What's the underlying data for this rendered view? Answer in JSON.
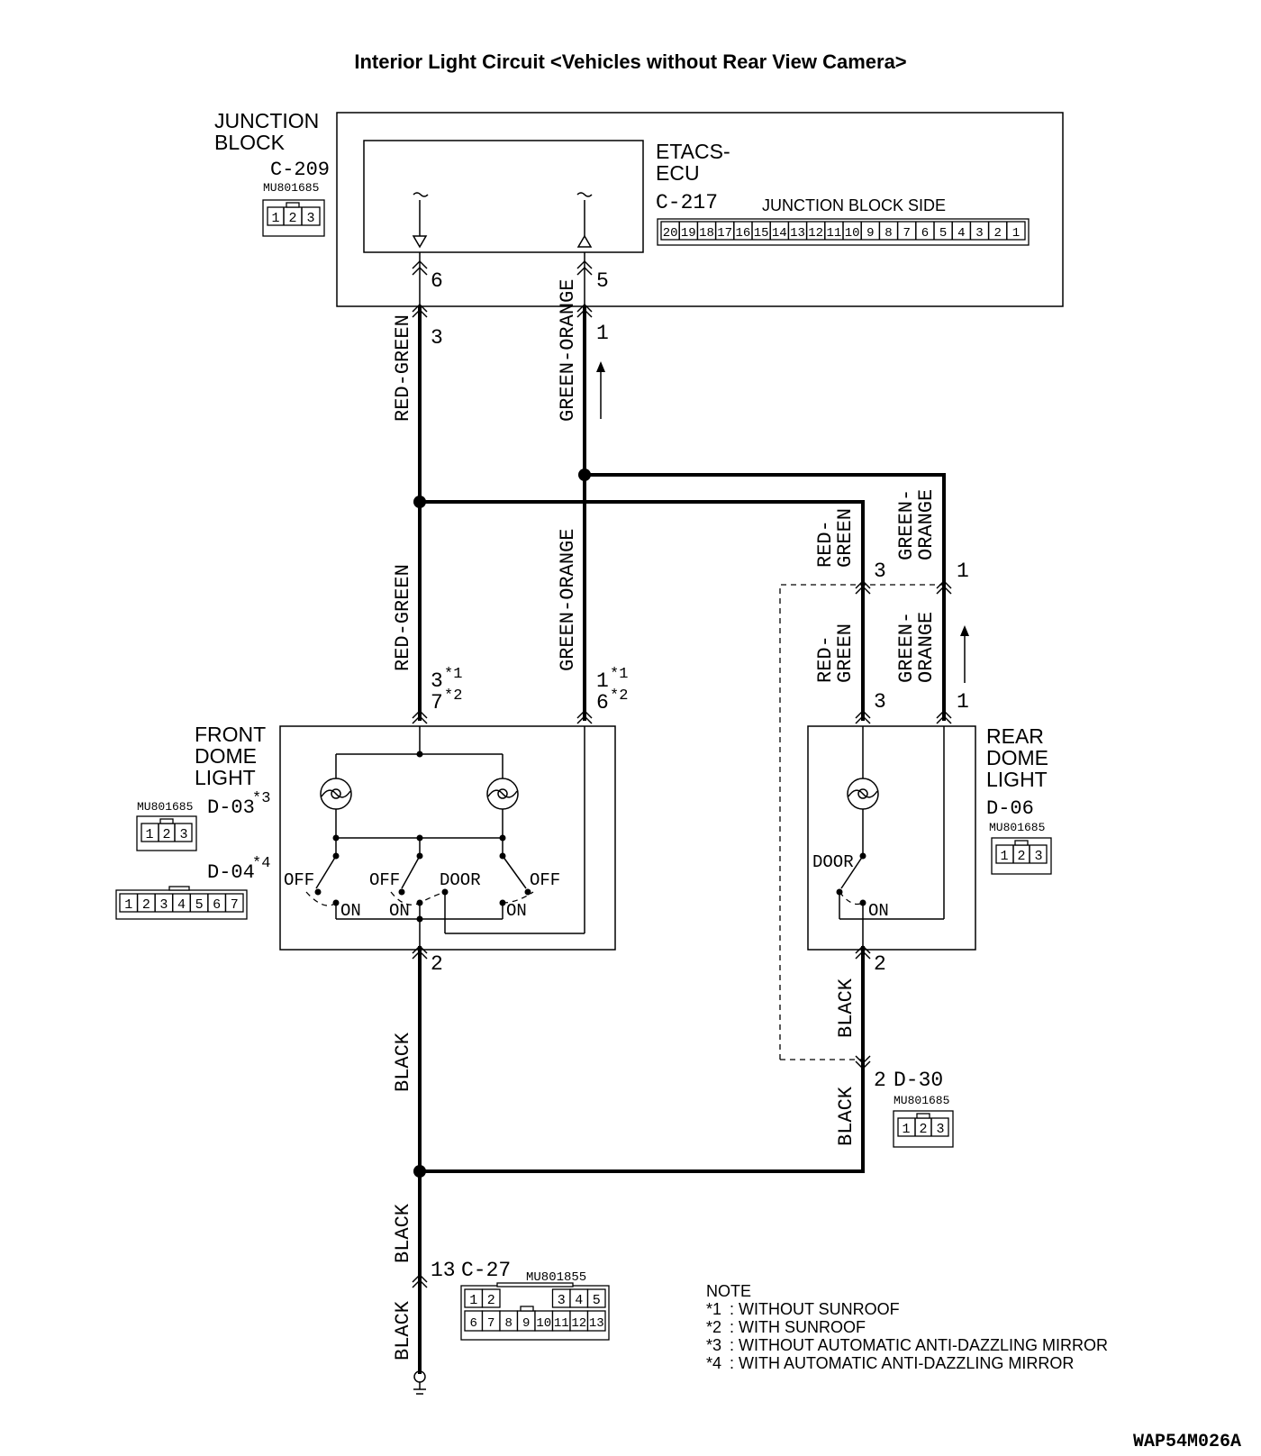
{
  "title": "Interior Light Circuit <Vehicles without Rear View Camera>",
  "figure_id": "WAP54M026A",
  "junction_block": {
    "label_line1": "JUNCTION",
    "label_line2": "BLOCK",
    "connector": "C-209",
    "part_no": "MU801685",
    "pins": [
      "1",
      "2",
      "3"
    ],
    "ecu_line1": "ETACS-",
    "ecu_line2": "ECU",
    "ecu_connector": "C-217",
    "side_label": "JUNCTION BLOCK SIDE",
    "ecu_pins": [
      "20",
      "19",
      "18",
      "17",
      "16",
      "15",
      "14",
      "13",
      "12",
      "11",
      "10",
      "9",
      "8",
      "7",
      "6",
      "5",
      "4",
      "3",
      "2",
      "1"
    ],
    "pin_left": "6",
    "pin_right": "5"
  },
  "wires": {
    "red_green": "RED-GREEN",
    "green_orange": "GREEN-ORANGE",
    "red_short": "RED-",
    "green_short": "GREEN",
    "green_short2": "GREEN-",
    "orange_short": "ORANGE",
    "black": "BLACK"
  },
  "pins": {
    "p3": "3",
    "p1": "1",
    "p2": "2",
    "p7": "7",
    "p6": "6",
    "p13": "13",
    "star1": "*1",
    "star2": "*2",
    "star3": "*3",
    "star4": "*4"
  },
  "front_dome": {
    "line1": "FRONT",
    "line2": "DOME",
    "line3": "LIGHT",
    "d03": "D-03",
    "d03_part": "MU801685",
    "d03_pins": [
      "1",
      "2",
      "3"
    ],
    "d04": "D-04",
    "d04_pins": [
      "1",
      "2",
      "3",
      "4",
      "5",
      "6",
      "7"
    ],
    "switch_labels": {
      "off": "OFF",
      "on": "ON",
      "door": "DOOR"
    }
  },
  "rear_dome": {
    "line1": "REAR",
    "line2": "DOME",
    "line3": "LIGHT",
    "connector": "D-06",
    "part_no": "MU801685",
    "pins": [
      "1",
      "2",
      "3"
    ],
    "door": "DOOR",
    "on": "ON"
  },
  "d30": {
    "connector": "D-30",
    "part_no": "MU801685",
    "pin": "2",
    "pins": [
      "1",
      "2",
      "3"
    ]
  },
  "c27": {
    "connector": "C-27",
    "pin": "13",
    "part_no": "MU801855",
    "row1_left": [
      "1",
      "2"
    ],
    "row1_right": [
      "3",
      "4",
      "5"
    ],
    "row2": [
      "6",
      "7",
      "8",
      "9",
      "10",
      "11",
      "12",
      "13"
    ]
  },
  "notes": {
    "heading": "NOTE",
    "items": [
      {
        "mark": "*1",
        "text": ": WITHOUT SUNROOF"
      },
      {
        "mark": "*2",
        "text": ": WITH SUNROOF"
      },
      {
        "mark": "*3",
        "text": ": WITHOUT AUTOMATIC ANTI-DAZZLING MIRROR"
      },
      {
        "mark": "*4",
        "text": ": WITH AUTOMATIC ANTI-DAZZLING MIRROR"
      }
    ]
  }
}
